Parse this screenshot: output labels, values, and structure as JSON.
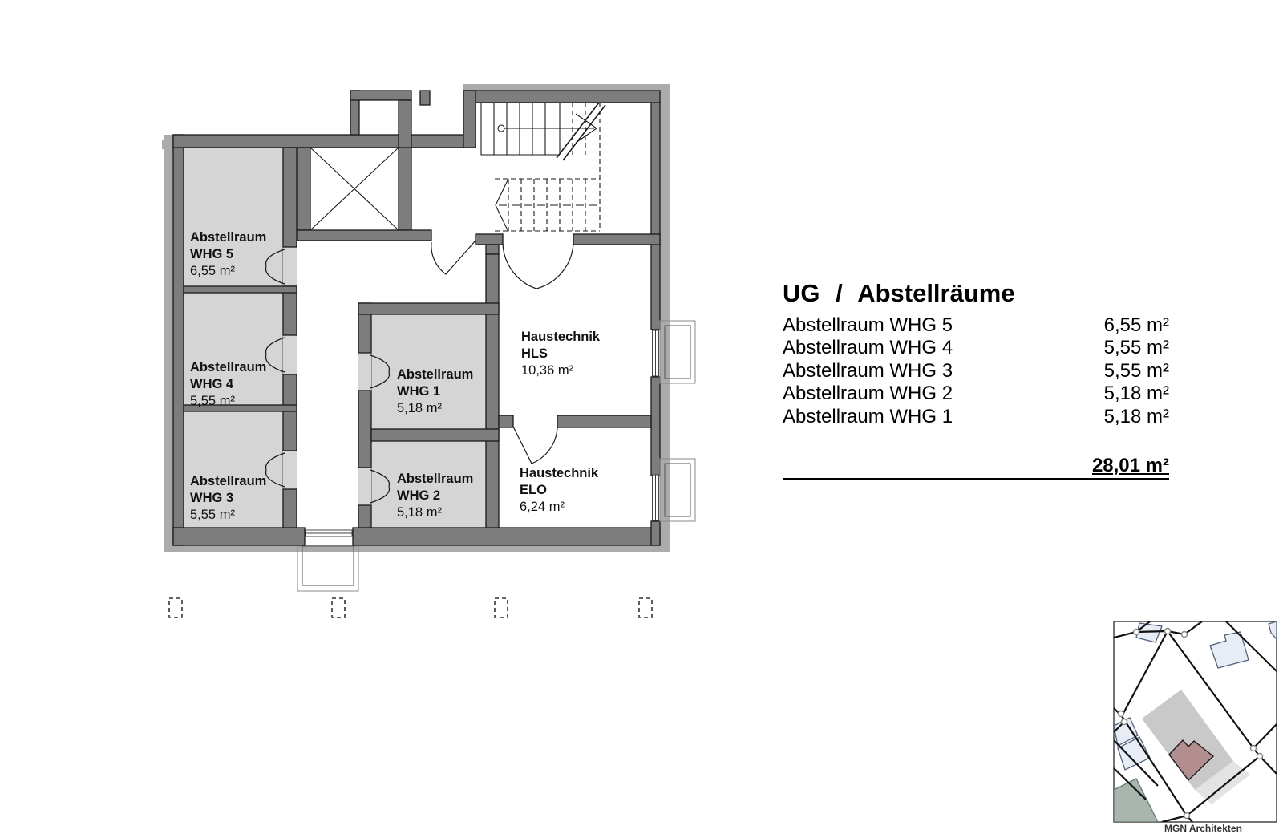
{
  "plan": {
    "rooms": {
      "whg5": {
        "line1": "Abstellraum",
        "line2": "WHG 5",
        "area": "6,55 m²"
      },
      "whg4": {
        "line1": "Abstellraum",
        "line2": "WHG 4",
        "area": "5,55 m²"
      },
      "whg3": {
        "line1": "Abstellraum",
        "line2": "WHG 3",
        "area": "5,55 m²"
      },
      "whg1": {
        "line1": "Abstellraum",
        "line2": "WHG 1",
        "area": "5,18 m²"
      },
      "whg2": {
        "line1": "Abstellraum",
        "line2": "WHG 2",
        "area": "5,18 m²"
      },
      "hls": {
        "line1": "Haustechnik",
        "line2": "HLS",
        "area": "10,36 m²"
      },
      "elo": {
        "line1": "Haustechnik",
        "line2": "ELO",
        "area": "6,24 m²"
      }
    }
  },
  "legend": {
    "title": "UG / Abstellräume",
    "rows": [
      {
        "label": "Abstellraum WHG 5",
        "area": "6,55 m²"
      },
      {
        "label": "Abstellraum WHG 4",
        "area": "5,55 m²"
      },
      {
        "label": "Abstellraum WHG 3",
        "area": "5,55 m²"
      },
      {
        "label": "Abstellraum WHG 2",
        "area": "5,18 m²"
      },
      {
        "label": "Abstellraum WHG 1",
        "area": "5,18 m²"
      }
    ],
    "total": "28,01 m²"
  },
  "inset": {
    "caption": "MGN Architekten"
  },
  "colors": {
    "wall": "#7d7d7d",
    "wall_outer_layer": "#ababab",
    "room_fill": "#d5d5d5",
    "line": "#1a1a1a",
    "site_building_fill": "#e8edf5",
    "site_parcel_gray": "#c9c9c9",
    "site_house_red": "#b28e8e",
    "site_green": "#a9b6ae"
  }
}
